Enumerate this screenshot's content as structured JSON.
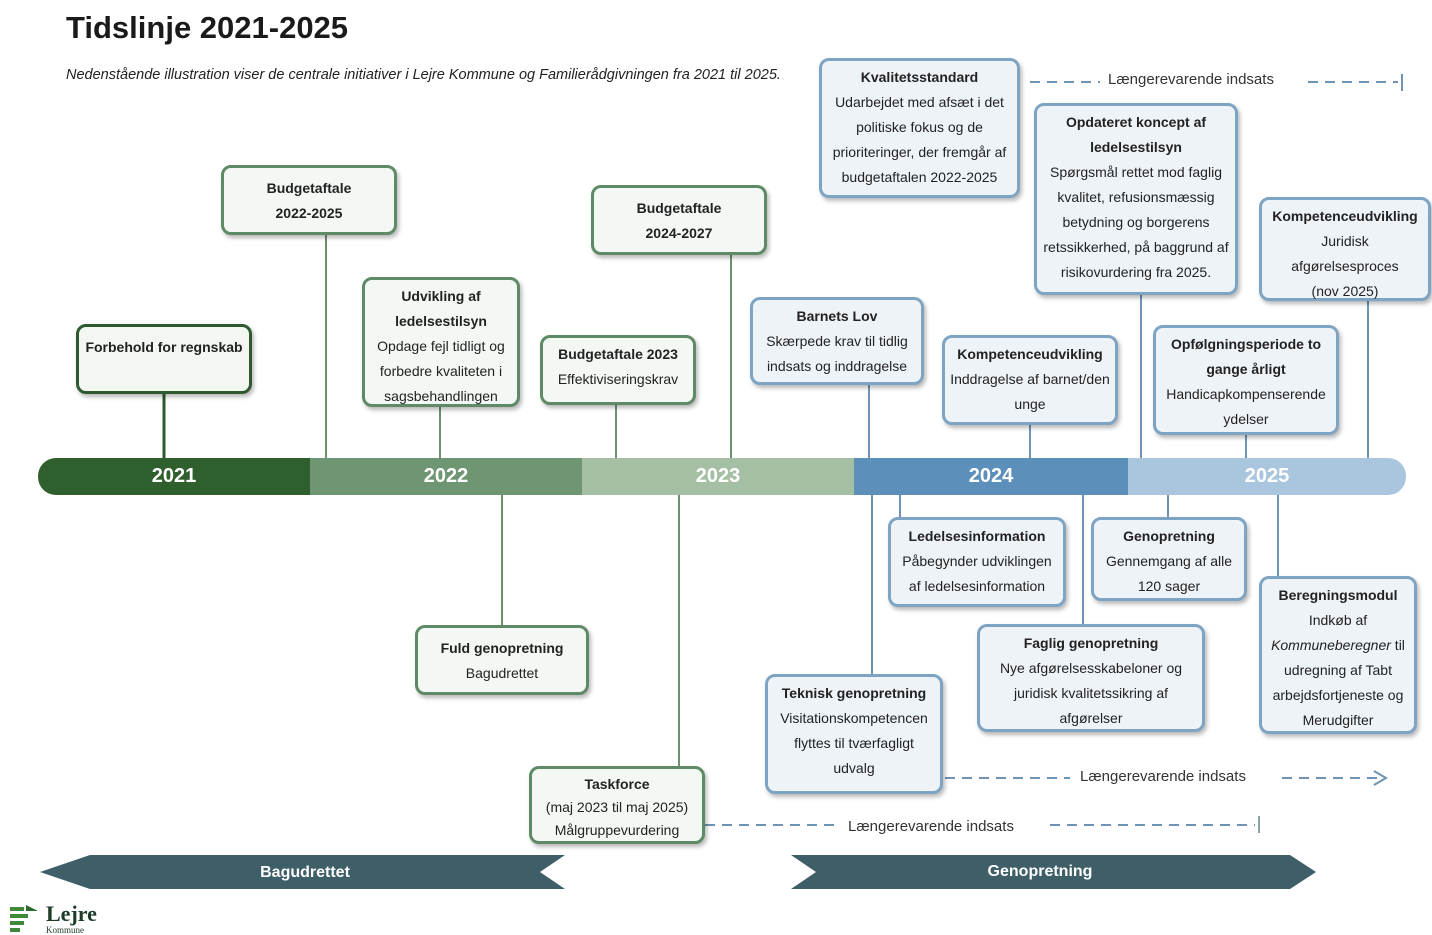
{
  "title": "Tidslinje 2021-2025",
  "subtitle": "Nedenstående illustration viser de centrale initiativer i Lejre Kommune og Familierådgivningen fra 2021 til 2025.",
  "years": [
    "2021",
    "2022",
    "2023",
    "2024",
    "2025"
  ],
  "colors": {
    "y2021": "#2f5f2c",
    "y2022": "#6f9672",
    "y2023": "#a4bfa4",
    "y2024": "#5d8fbb",
    "y2025": "#a9c6de",
    "arrow": "#3e5f68"
  },
  "cards": {
    "forbehold": {
      "h": "Forbehold for regnskab"
    },
    "budget2022": {
      "h1": "Budgetaftale",
      "h2": "2022-2025"
    },
    "udvikling": {
      "h": "Udvikling af ledelsestilsyn",
      "t": "Opdage fejl tidligt og forbedre kvaliteten i sagsbehandlingen"
    },
    "budget2023": {
      "h": "Budgetaftale 2023",
      "t": "Effektiviseringskrav"
    },
    "budget2024": {
      "h1": "Budgetaftale",
      "h2": "2024-2027"
    },
    "fuld": {
      "h": "Fuld genopretning",
      "t": "Bagudrettet"
    },
    "taskforce": {
      "h": "Taskforce",
      "t1": "(maj 2023 til maj 2025)",
      "t2": "Målgruppevurdering"
    },
    "kvalitet": {
      "h": "Kvalitetsstandard",
      "t": "Udarbejdet med afsæt i det politiske fokus og de prioriteringer, der fremgår af budgetaftalen 2022-2025"
    },
    "barnets": {
      "h": "Barnets Lov",
      "t": "Skærpede krav til tidlig indsats og inddragelse"
    },
    "komp2024": {
      "h": "Kompetenceudvikling",
      "t": "Inddragelse af barnet/den unge"
    },
    "opdateret": {
      "h": "Opdateret koncept af ledelsestilsyn",
      "t": "Spørgsmål rettet mod faglig kvalitet, refusionsmæssig betydning og borgerens retssikkerhed, på baggrund af risikovurdering fra 2025."
    },
    "komp2025": {
      "h": "Kompetenceudvikling",
      "t1": "Juridisk afgørelsesproces",
      "t2": "(nov 2025)"
    },
    "opfolgning": {
      "h": "Opfølgningsperiode to gange årligt",
      "t": "Handicapkompenserende ydelser"
    },
    "ledelsesinfo": {
      "h": "Ledelsesinformation",
      "t": "Påbegynder udviklingen af ledelsesinformation"
    },
    "genopretning": {
      "h": "Genopretning",
      "t": "Gennemgang af alle 120 sager"
    },
    "teknisk": {
      "h": "Teknisk genopretning",
      "t": "Visitationskompetencen flyttes til tværfagligt udvalg"
    },
    "faglig": {
      "h": "Faglig genopretning",
      "t": "Nye afgørelsesskabeloner og juridisk kvalitetssikring af afgørelser"
    },
    "beregning": {
      "h": "Beregningsmodul",
      "t1": "Indkøb af",
      "t1i": "Kommuneberegner",
      "t1b": " til udregning af Tabt arbejdsfortjeneste og Merudgifter"
    }
  },
  "dashed_label": "Længerevarende indsats",
  "arrows": {
    "left": "Bagudrettet",
    "right": "Genopretning"
  },
  "logo": {
    "name": "Lejre",
    "sub": "Kommune"
  }
}
